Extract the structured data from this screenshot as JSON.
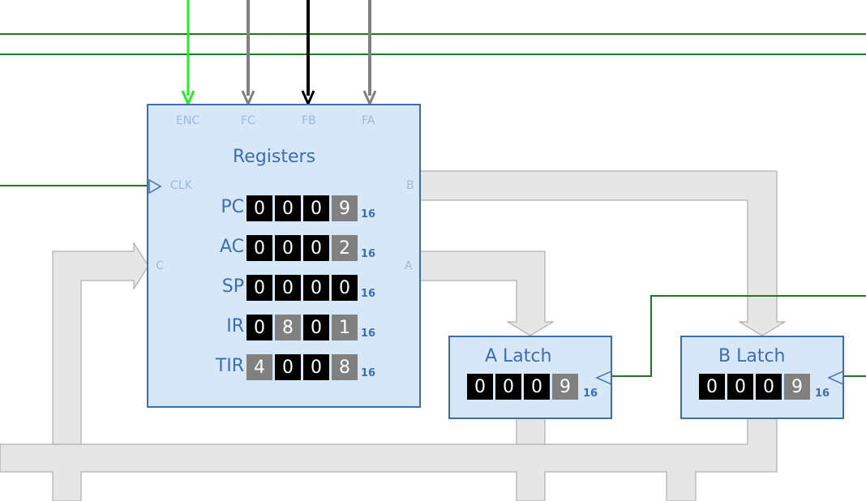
{
  "registers": {
    "title": "Registers",
    "ports": {
      "enc": "ENC",
      "fc": "FC",
      "fb": "FB",
      "fa": "FA",
      "clk": "CLK",
      "c": "C",
      "b": "B",
      "a": "A"
    },
    "rows": [
      {
        "name": "PC",
        "digits": [
          "0",
          "0",
          "0",
          "9"
        ],
        "hl": [
          false,
          false,
          false,
          true
        ],
        "base": "16"
      },
      {
        "name": "AC",
        "digits": [
          "0",
          "0",
          "0",
          "2"
        ],
        "hl": [
          false,
          false,
          false,
          true
        ],
        "base": "16"
      },
      {
        "name": "SP",
        "digits": [
          "0",
          "0",
          "0",
          "0"
        ],
        "hl": [
          false,
          false,
          false,
          false
        ],
        "base": "16"
      },
      {
        "name": "IR",
        "digits": [
          "0",
          "8",
          "0",
          "1"
        ],
        "hl": [
          false,
          true,
          false,
          true
        ],
        "base": "16"
      },
      {
        "name": "TIR",
        "digits": [
          "4",
          "0",
          "0",
          "8"
        ],
        "hl": [
          true,
          false,
          false,
          true
        ],
        "base": "16"
      }
    ]
  },
  "a_latch": {
    "title": "A Latch",
    "digits": [
      "0",
      "0",
      "0",
      "9"
    ],
    "hl": [
      false,
      false,
      false,
      true
    ],
    "base": "16"
  },
  "b_latch": {
    "title": "B Latch",
    "digits": [
      "0",
      "0",
      "0",
      "9"
    ],
    "hl": [
      false,
      false,
      false,
      true
    ],
    "base": "16"
  },
  "colors": {
    "box_fill": "#d6e8f8",
    "box_border": "#3e6db0",
    "bus_fill": "#e6e6e6",
    "bus_border": "#a0a0a0",
    "wire_green": "#1e7a1e",
    "wire_bright": "#22ee22",
    "wire_gray": "#808080",
    "wire_black": "#000000"
  }
}
